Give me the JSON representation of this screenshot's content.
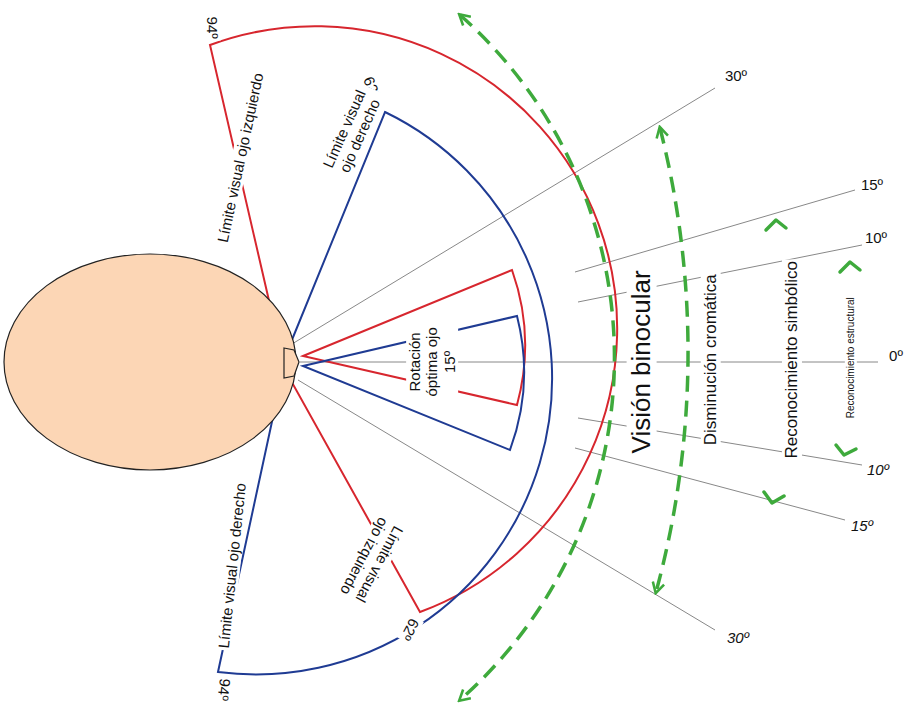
{
  "diagram": {
    "labels": [
      "94º",
      "Límite visual ojo izquierdo",
      "62º",
      "Límite visual ojo derecho",
      "30º",
      "15º",
      "10º",
      "0º",
      "10º",
      "15º",
      "30º",
      "Rotación óptima ojo 15º",
      "Visión binocular",
      "Disminución cromática",
      "Reconocimiento simbólico",
      "Reconocimiento estructural",
      "Límite visual ojo izquierdo",
      "62º",
      "Límite visual ojo derecho",
      "94º"
    ]
  }
}
